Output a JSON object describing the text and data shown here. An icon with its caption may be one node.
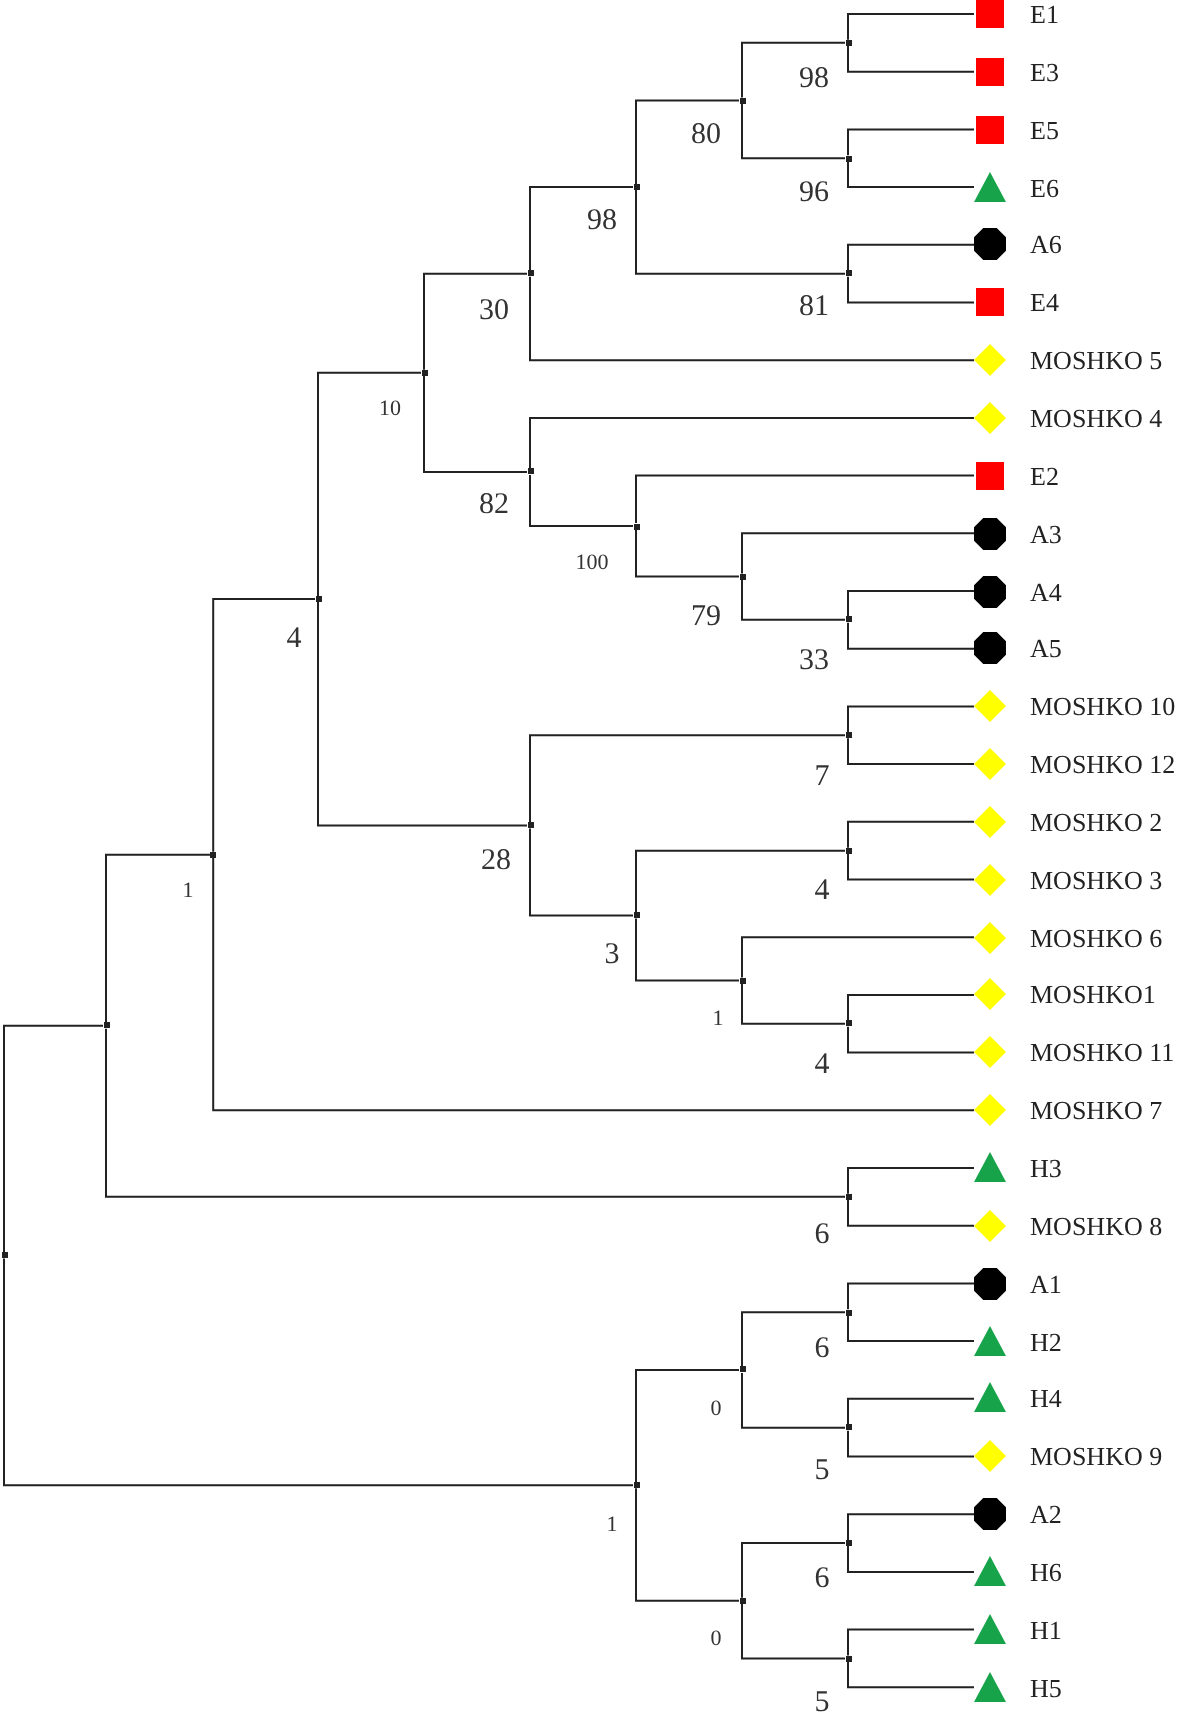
{
  "diagram": {
    "nodes": [
      {
        "text": [],
        "shape": "point"
      },
      {
        "text": [],
        "shape": "point"
      },
      {
        "text": [],
        "shape": "point",
        "beside": [
          "1"
        ]
      },
      {
        "text": [],
        "shape": "point",
        "beside": [
          "4"
        ]
      },
      {
        "text": [],
        "shape": "point",
        "beside": [
          "10"
        ]
      },
      {
        "text": [],
        "shape": "point",
        "beside": [
          "30"
        ]
      },
      {
        "text": [],
        "shape": "point",
        "beside": [
          "98"
        ]
      },
      {
        "text": [],
        "shape": "point",
        "beside": [
          "80"
        ]
      },
      {
        "text": [],
        "shape": "point",
        "beside": [
          "98"
        ]
      },
      {
        "text": [],
        "shape": "square",
        "beside": [
          "E1"
        ]
      },
      {
        "text": [],
        "shape": "square",
        "beside": [
          "E3"
        ]
      },
      {
        "text": [],
        "shape": "point",
        "beside": [
          "96"
        ]
      },
      {
        "text": [],
        "shape": "square",
        "beside": [
          "E5"
        ]
      },
      {
        "text": [],
        "shape": "triangle",
        "beside": [
          "E6"
        ]
      },
      {
        "text": [],
        "shape": "point",
        "beside": [
          "81"
        ]
      },
      {
        "text": [],
        "shape": "octagon",
        "beside": [
          "A6"
        ]
      },
      {
        "text": [],
        "shape": "square",
        "beside": [
          "E4"
        ]
      },
      {
        "text": [],
        "shape": "diamond",
        "beside": [
          "MOSHKO 5"
        ]
      },
      {
        "text": [],
        "shape": "point",
        "beside": [
          "82"
        ]
      },
      {
        "text": [],
        "shape": "diamond",
        "beside": [
          "MOSHKO 4"
        ]
      },
      {
        "text": [],
        "shape": "point",
        "beside": [
          "100"
        ]
      },
      {
        "text": [],
        "shape": "square",
        "beside": [
          "E2"
        ]
      },
      {
        "text": [],
        "shape": "point",
        "beside": [
          "79"
        ]
      },
      {
        "text": [],
        "shape": "octagon",
        "beside": [
          "A3"
        ]
      },
      {
        "text": [],
        "shape": "point",
        "beside": [
          "33"
        ]
      },
      {
        "text": [],
        "shape": "octagon",
        "beside": [
          "A4"
        ]
      },
      {
        "text": [],
        "shape": "octagon",
        "beside": [
          "A5"
        ]
      },
      {
        "text": [],
        "shape": "point",
        "beside": [
          "28"
        ]
      },
      {
        "text": [],
        "shape": "point",
        "beside": [
          "7"
        ]
      },
      {
        "text": [],
        "shape": "diamond",
        "beside": [
          "MOSHKO 10"
        ]
      },
      {
        "text": [],
        "shape": "diamond",
        "beside": [
          "MOSHKO 12"
        ]
      },
      {
        "text": [],
        "shape": "point",
        "beside": [
          "3"
        ]
      },
      {
        "text": [],
        "shape": "point",
        "beside": [
          "4"
        ]
      },
      {
        "text": [],
        "shape": "diamond",
        "beside": [
          "MOSHKO 2"
        ]
      },
      {
        "text": [],
        "shape": "diamond",
        "beside": [
          "MOSHKO 3"
        ]
      },
      {
        "text": [],
        "shape": "point",
        "beside": [
          "1"
        ]
      },
      {
        "text": [],
        "shape": "diamond",
        "beside": [
          "MOSHKO 6"
        ]
      },
      {
        "text": [],
        "shape": "point",
        "beside": [
          "4"
        ]
      },
      {
        "text": [],
        "shape": "diamond",
        "beside": [
          "MOSHKO1"
        ]
      },
      {
        "text": [],
        "shape": "diamond",
        "beside": [
          "MOSHKO 11"
        ]
      },
      {
        "text": [],
        "shape": "diamond",
        "beside": [
          "MOSHKO 7"
        ]
      },
      {
        "text": [],
        "shape": "point",
        "beside": [
          "6"
        ]
      },
      {
        "text": [],
        "shape": "triangle",
        "beside": [
          "H3"
        ]
      },
      {
        "text": [],
        "shape": "diamond",
        "beside": [
          "MOSHKO 8"
        ]
      },
      {
        "text": [],
        "shape": "point",
        "beside": [
          "1"
        ]
      },
      {
        "text": [],
        "shape": "point",
        "beside": [
          "0"
        ]
      },
      {
        "text": [],
        "shape": "point",
        "beside": [
          "6"
        ]
      },
      {
        "text": [],
        "shape": "octagon",
        "beside": [
          "A1"
        ]
      },
      {
        "text": [],
        "shape": "triangle",
        "beside": [
          "H2"
        ]
      },
      {
        "text": [],
        "shape": "point",
        "beside": [
          "5"
        ]
      },
      {
        "text": [],
        "shape": "triangle",
        "beside": [
          "H4"
        ]
      },
      {
        "text": [],
        "shape": "diamond",
        "beside": [
          "MOSHKO 9"
        ]
      },
      {
        "text": [],
        "shape": "point",
        "beside": [
          "0"
        ]
      },
      {
        "text": [],
        "shape": "point",
        "beside": [
          "6"
        ]
      },
      {
        "text": [],
        "shape": "octagon",
        "beside": [
          "A2"
        ]
      },
      {
        "text": [],
        "shape": "triangle",
        "beside": [
          "H6"
        ]
      },
      {
        "text": [],
        "shape": "point",
        "beside": [
          "5"
        ]
      },
      {
        "text": [],
        "shape": "triangle",
        "beside": [
          "H1"
        ]
      },
      {
        "text": [],
        "shape": "triangle",
        "beside": [
          "H5"
        ]
      }
    ],
    "edges": [
      {
        "from": 0,
        "to": 1,
        "arrow": "none"
      },
      {
        "from": 0,
        "to": 44,
        "arrow": "none"
      },
      {
        "from": 1,
        "to": 2,
        "arrow": "none"
      },
      {
        "from": 1,
        "to": 41,
        "arrow": "none"
      },
      {
        "from": 2,
        "to": 3,
        "arrow": "none"
      },
      {
        "from": 2,
        "to": 40,
        "arrow": "none"
      },
      {
        "from": 3,
        "to": 4,
        "arrow": "none"
      },
      {
        "from": 3,
        "to": 27,
        "arrow": "none"
      },
      {
        "from": 4,
        "to": 5,
        "arrow": "none"
      },
      {
        "from": 4,
        "to": 18,
        "arrow": "none"
      },
      {
        "from": 5,
        "to": 6,
        "arrow": "none"
      },
      {
        "from": 5,
        "to": 17,
        "arrow": "none"
      },
      {
        "from": 6,
        "to": 7,
        "arrow": "none"
      },
      {
        "from": 6,
        "to": 14,
        "arrow": "none"
      },
      {
        "from": 7,
        "to": 8,
        "arrow": "none"
      },
      {
        "from": 7,
        "to": 11,
        "arrow": "none"
      },
      {
        "from": 8,
        "to": 9,
        "arrow": "none"
      },
      {
        "from": 8,
        "to": 10,
        "arrow": "none"
      },
      {
        "from": 11,
        "to": 12,
        "arrow": "none"
      },
      {
        "from": 11,
        "to": 13,
        "arrow": "none"
      },
      {
        "from": 14,
        "to": 15,
        "arrow": "none"
      },
      {
        "from": 14,
        "to": 16,
        "arrow": "none"
      },
      {
        "from": 18,
        "to": 19,
        "arrow": "none"
      },
      {
        "from": 18,
        "to": 20,
        "arrow": "none"
      },
      {
        "from": 20,
        "to": 21,
        "arrow": "none"
      },
      {
        "from": 20,
        "to": 22,
        "arrow": "none"
      },
      {
        "from": 22,
        "to": 23,
        "arrow": "none"
      },
      {
        "from": 22,
        "to": 24,
        "arrow": "none"
      },
      {
        "from": 24,
        "to": 25,
        "arrow": "none"
      },
      {
        "from": 24,
        "to": 26,
        "arrow": "none"
      },
      {
        "from": 27,
        "to": 28,
        "arrow": "none"
      },
      {
        "from": 27,
        "to": 31,
        "arrow": "none"
      },
      {
        "from": 28,
        "to": 29,
        "arrow": "none"
      },
      {
        "from": 28,
        "to": 30,
        "arrow": "none"
      },
      {
        "from": 31,
        "to": 32,
        "arrow": "none"
      },
      {
        "from": 31,
        "to": 35,
        "arrow": "none"
      },
      {
        "from": 32,
        "to": 33,
        "arrow": "none"
      },
      {
        "from": 32,
        "to": 34,
        "arrow": "none"
      },
      {
        "from": 35,
        "to": 36,
        "arrow": "none"
      },
      {
        "from": 35,
        "to": 37,
        "arrow": "none"
      },
      {
        "from": 37,
        "to": 38,
        "arrow": "none"
      },
      {
        "from": 37,
        "to": 39,
        "arrow": "none"
      },
      {
        "from": 41,
        "to": 42,
        "arrow": "none"
      },
      {
        "from": 41,
        "to": 43,
        "arrow": "none"
      },
      {
        "from": 44,
        "to": 45,
        "arrow": "none"
      },
      {
        "from": 44,
        "to": 52,
        "arrow": "none"
      },
      {
        "from": 45,
        "to": 46,
        "arrow": "none"
      },
      {
        "from": 45,
        "to": 49,
        "arrow": "none"
      },
      {
        "from": 46,
        "to": 47,
        "arrow": "none"
      },
      {
        "from": 46,
        "to": 48,
        "arrow": "none"
      },
      {
        "from": 49,
        "to": 50,
        "arrow": "none"
      },
      {
        "from": 49,
        "to": 51,
        "arrow": "none"
      },
      {
        "from": 52,
        "to": 53,
        "arrow": "none"
      },
      {
        "from": 52,
        "to": 56,
        "arrow": "none"
      },
      {
        "from": 53,
        "to": 54,
        "arrow": "none"
      },
      {
        "from": 53,
        "to": 55,
        "arrow": "none"
      },
      {
        "from": 56,
        "to": 57,
        "arrow": "none"
      },
      {
        "from": 56,
        "to": 58,
        "arrow": "none"
      }
    ]
  }
}
